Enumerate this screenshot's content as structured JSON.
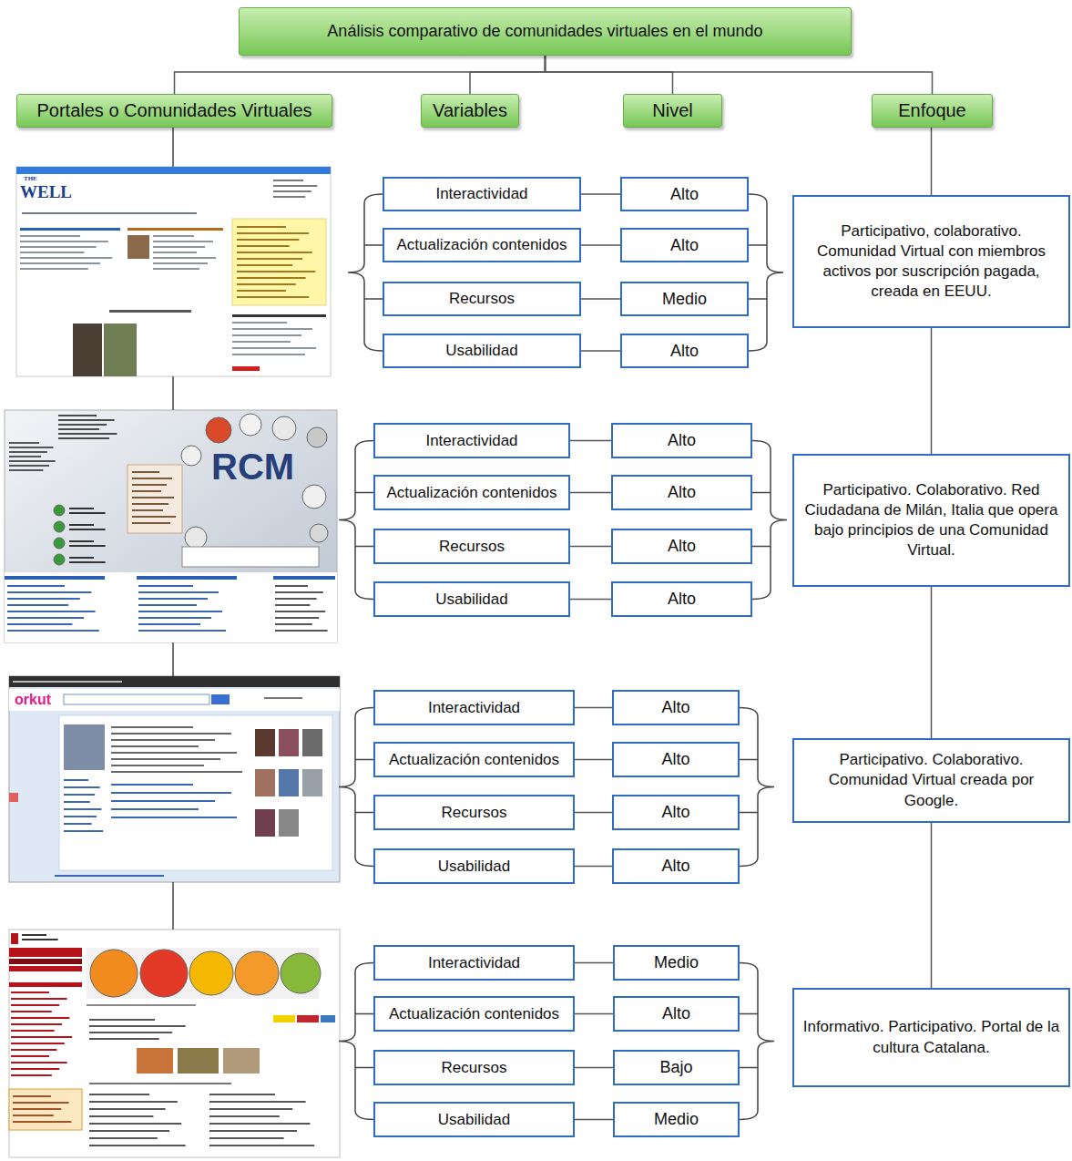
{
  "diagram": {
    "nodes": [
      {
        "text": [
          "Análisis comparativo de comunidades virtuales en el mundo"
        ]
      },
      {
        "text": [
          "Portales o Comunidades Virtuales"
        ]
      },
      {
        "text": [
          "Variables"
        ]
      },
      {
        "text": [
          "Nivel"
        ]
      },
      {
        "text": [
          "Enfoque"
        ]
      },
      {
        "text": [
          "Interactividad"
        ]
      },
      {
        "text": [
          "Alto"
        ]
      },
      {
        "text": [
          "Actualización contenidos"
        ]
      },
      {
        "text": [
          "Alto"
        ]
      },
      {
        "text": [
          "Recursos"
        ]
      },
      {
        "text": [
          "Medio"
        ]
      },
      {
        "text": [
          "Usabilidad"
        ]
      },
      {
        "text": [
          "Alto"
        ]
      },
      {
        "text": [
          "Participativo, colaborativo. Comunidad Virtual con miembros activos por suscripción pagada, creada en EEUU."
        ]
      },
      {
        "text": [
          "Interactividad"
        ]
      },
      {
        "text": [
          "Alto"
        ]
      },
      {
        "text": [
          "Actualización contenidos"
        ]
      },
      {
        "text": [
          "Alto"
        ]
      },
      {
        "text": [
          "Recursos"
        ]
      },
      {
        "text": [
          "Alto"
        ]
      },
      {
        "text": [
          "Usabilidad"
        ]
      },
      {
        "text": [
          "Alto"
        ]
      },
      {
        "text": [
          "Participativo. Colaborativo. Red Ciudadana de Milán, Italia que opera bajo principios de una Comunidad Virtual."
        ]
      },
      {
        "text": [
          "Interactividad"
        ]
      },
      {
        "text": [
          "Alto"
        ]
      },
      {
        "text": [
          "Actualización contenidos"
        ]
      },
      {
        "text": [
          "Alto"
        ]
      },
      {
        "text": [
          "Recursos"
        ]
      },
      {
        "text": [
          "Alto"
        ]
      },
      {
        "text": [
          "Usabilidad"
        ]
      },
      {
        "text": [
          "Alto"
        ]
      },
      {
        "text": [
          "Participativo. Colaborativo. Comunidad Virtual creada por Google."
        ]
      },
      {
        "text": [
          "Interactividad"
        ]
      },
      {
        "text": [
          "Medio"
        ]
      },
      {
        "text": [
          "Actualización contenidos"
        ]
      },
      {
        "text": [
          "Alto"
        ]
      },
      {
        "text": [
          "Recursos"
        ]
      },
      {
        "text": [
          "Bajo"
        ]
      },
      {
        "text": [
          "Usabilidad"
        ]
      },
      {
        "text": [
          "Medio"
        ]
      },
      {
        "text": [
          "Informativo. Participativo. Portal de la cultura Catalana."
        ]
      }
    ],
    "edges": [
      {
        "from": 0,
        "to": 1,
        "arrow": "none"
      },
      {
        "from": 0,
        "to": 2,
        "arrow": "none"
      },
      {
        "from": 0,
        "to": 3,
        "arrow": "none"
      },
      {
        "from": 0,
        "to": 4,
        "arrow": "none"
      },
      {
        "from": 5,
        "to": 6,
        "arrow": "none"
      },
      {
        "from": 7,
        "to": 8,
        "arrow": "none"
      },
      {
        "from": 9,
        "to": 10,
        "arrow": "none"
      },
      {
        "from": 11,
        "to": 12,
        "arrow": "none"
      },
      {
        "from": 14,
        "to": 15,
        "arrow": "none"
      },
      {
        "from": 16,
        "to": 17,
        "arrow": "none"
      },
      {
        "from": 18,
        "to": 19,
        "arrow": "none"
      },
      {
        "from": 20,
        "to": 21,
        "arrow": "none"
      },
      {
        "from": 23,
        "to": 24,
        "arrow": "none"
      },
      {
        "from": 25,
        "to": 26,
        "arrow": "none"
      },
      {
        "from": 27,
        "to": 28,
        "arrow": "none"
      },
      {
        "from": 29,
        "to": 30,
        "arrow": "none"
      },
      {
        "from": 32,
        "to": 33,
        "arrow": "none"
      },
      {
        "from": 34,
        "to": 35,
        "arrow": "none"
      },
      {
        "from": 36,
        "to": 37,
        "arrow": "none"
      },
      {
        "from": 38,
        "to": 39,
        "arrow": "none"
      },
      {
        "from": 4,
        "to": 13,
        "arrow": "none"
      },
      {
        "from": 13,
        "to": 22,
        "arrow": "none"
      },
      {
        "from": 22,
        "to": 31,
        "arrow": "none"
      },
      {
        "from": 31,
        "to": 40,
        "arrow": "none"
      }
    ],
    "labels": [
      "THE",
      "WELL",
      "RCM",
      "orkut"
    ]
  }
}
